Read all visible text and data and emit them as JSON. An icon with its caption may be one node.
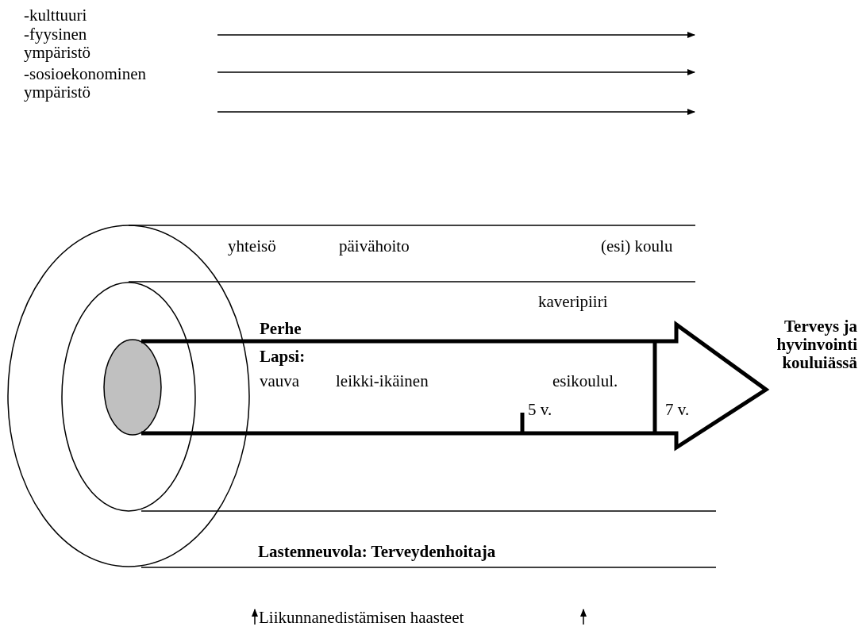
{
  "diagram": {
    "nodes": [
      {
        "text": [
          "Lapsi:",
          "vauva",
          "leikki-ikäinen",
          "esikoulul.",
          "5 v.",
          "7 v."
        ],
        "beside": [
          "Terveys ja hyvinvointi kouluiässä"
        ]
      }
    ],
    "labels": [
      "-kulttuuri",
      "-fyysinen ympäristö",
      "-sosioekonominen ympäristö",
      "yhteisö",
      "päivähoito",
      "(esi) koulu",
      "kaveripiiri",
      "Perhe",
      "Lastenneuvola: Terveydenhoitaja",
      "Liikunnanedistämisen haasteet"
    ]
  }
}
